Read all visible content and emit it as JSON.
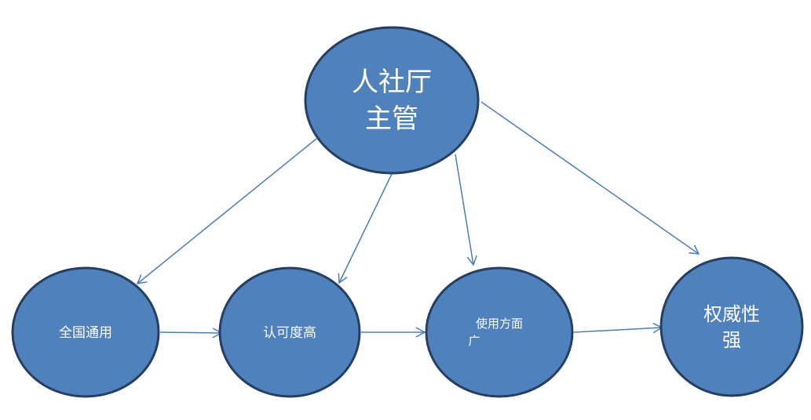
{
  "colors": {
    "node_fill": "#4f81bd",
    "node_stroke": "#243f60",
    "edge": "#4a7ebb",
    "text": "#ffffff"
  },
  "nodes": {
    "root": {
      "lines": [
        "人社厅",
        "主管"
      ]
    },
    "n1": {
      "lines": [
        "全国通用"
      ]
    },
    "n2": {
      "lines": [
        "认可度高"
      ]
    },
    "n3": {
      "lines": [
        "使用方面",
        "广"
      ]
    },
    "n4": {
      "lines": [
        "权威性",
        "强"
      ]
    }
  },
  "edges": [
    {
      "from": "root",
      "to": "n1"
    },
    {
      "from": "root",
      "to": "n2"
    },
    {
      "from": "root",
      "to": "n3"
    },
    {
      "from": "root",
      "to": "n4"
    },
    {
      "from": "n1",
      "to": "n2"
    },
    {
      "from": "n2",
      "to": "n3"
    },
    {
      "from": "n3",
      "to": "n4"
    }
  ]
}
